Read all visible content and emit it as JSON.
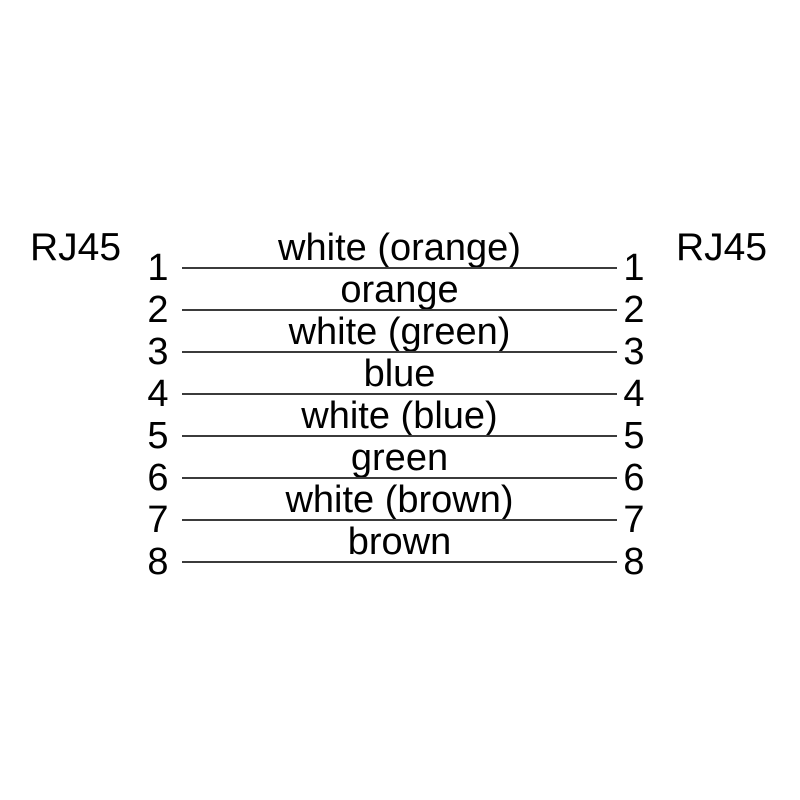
{
  "diagram": {
    "title_semantic": "RJ45 straight-through cable pinout",
    "left_connector_label": "RJ45",
    "right_connector_label": "RJ45",
    "colors": {
      "background": "#ffffff",
      "text": "#000000",
      "wire_line": "#3b3b3b"
    },
    "rows": [
      {
        "left_pin": "1",
        "right_pin": "1",
        "label": "white (orange)"
      },
      {
        "left_pin": "2",
        "right_pin": "2",
        "label": "orange"
      },
      {
        "left_pin": "3",
        "right_pin": "3",
        "label": "white (green)"
      },
      {
        "left_pin": "4",
        "right_pin": "4",
        "label": "blue"
      },
      {
        "left_pin": "5",
        "right_pin": "5",
        "label": "white (blue)"
      },
      {
        "left_pin": "6",
        "right_pin": "6",
        "label": "green"
      },
      {
        "left_pin": "7",
        "right_pin": "7",
        "label": "white (brown)"
      },
      {
        "left_pin": "8",
        "right_pin": "8",
        "label": "brown"
      }
    ]
  }
}
